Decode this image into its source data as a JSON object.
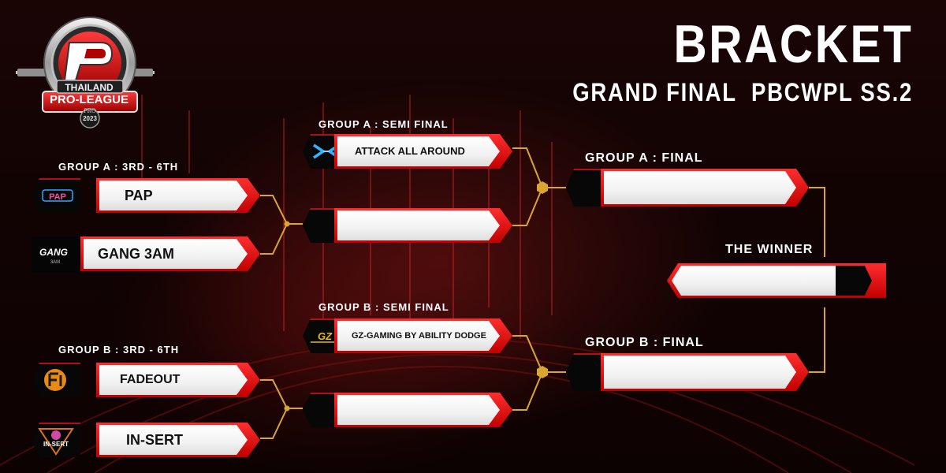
{
  "header": {
    "title": "BRACKET",
    "subtitle": "GRAND FINAL  PBCWPL SS.2"
  },
  "logo": {
    "country": "THAILAND",
    "league": "PRO-LEAGUE",
    "pro": "PRO",
    "year": "2023"
  },
  "groups": {
    "a_3rd_6th": "GROUP A : 3RD - 6TH",
    "b_3rd_6th": "GROUP B : 3RD - 6TH",
    "a_semi": "GROUP A : SEMI FINAL",
    "b_semi": "GROUP B : SEMI FINAL",
    "a_final": "GROUP A : FINAL",
    "b_final": "GROUP B : FINAL",
    "winner": "THE WINNER"
  },
  "teams": {
    "a_top": {
      "name": "PAP",
      "icon": "pap-logo-icon"
    },
    "a_bottom": {
      "name": "GANG 3AM",
      "icon": "gang-3am-logo-icon"
    },
    "b_top": {
      "name": "FADEOUT",
      "icon": "fadeout-logo-icon"
    },
    "b_bottom": {
      "name": "IN-SERT",
      "icon": "in-sert-logo-icon"
    },
    "a_semi_seed": {
      "name": "ATTACK ALL AROUND",
      "icon": "attack-all-around-logo-icon"
    },
    "b_semi_seed": {
      "name": "GZ-GAMING BY ABILITY DODGE",
      "icon": "gz-gaming-logo-icon"
    }
  },
  "icon_text": {
    "pap": "PAP",
    "gang": "GANG",
    "gang_sub": "3AM",
    "insert": "IN-SERT",
    "gz": "GZ"
  },
  "colors": {
    "accent_red": "#e00000",
    "connector_gold": "#d9a630",
    "background": "#140404"
  }
}
